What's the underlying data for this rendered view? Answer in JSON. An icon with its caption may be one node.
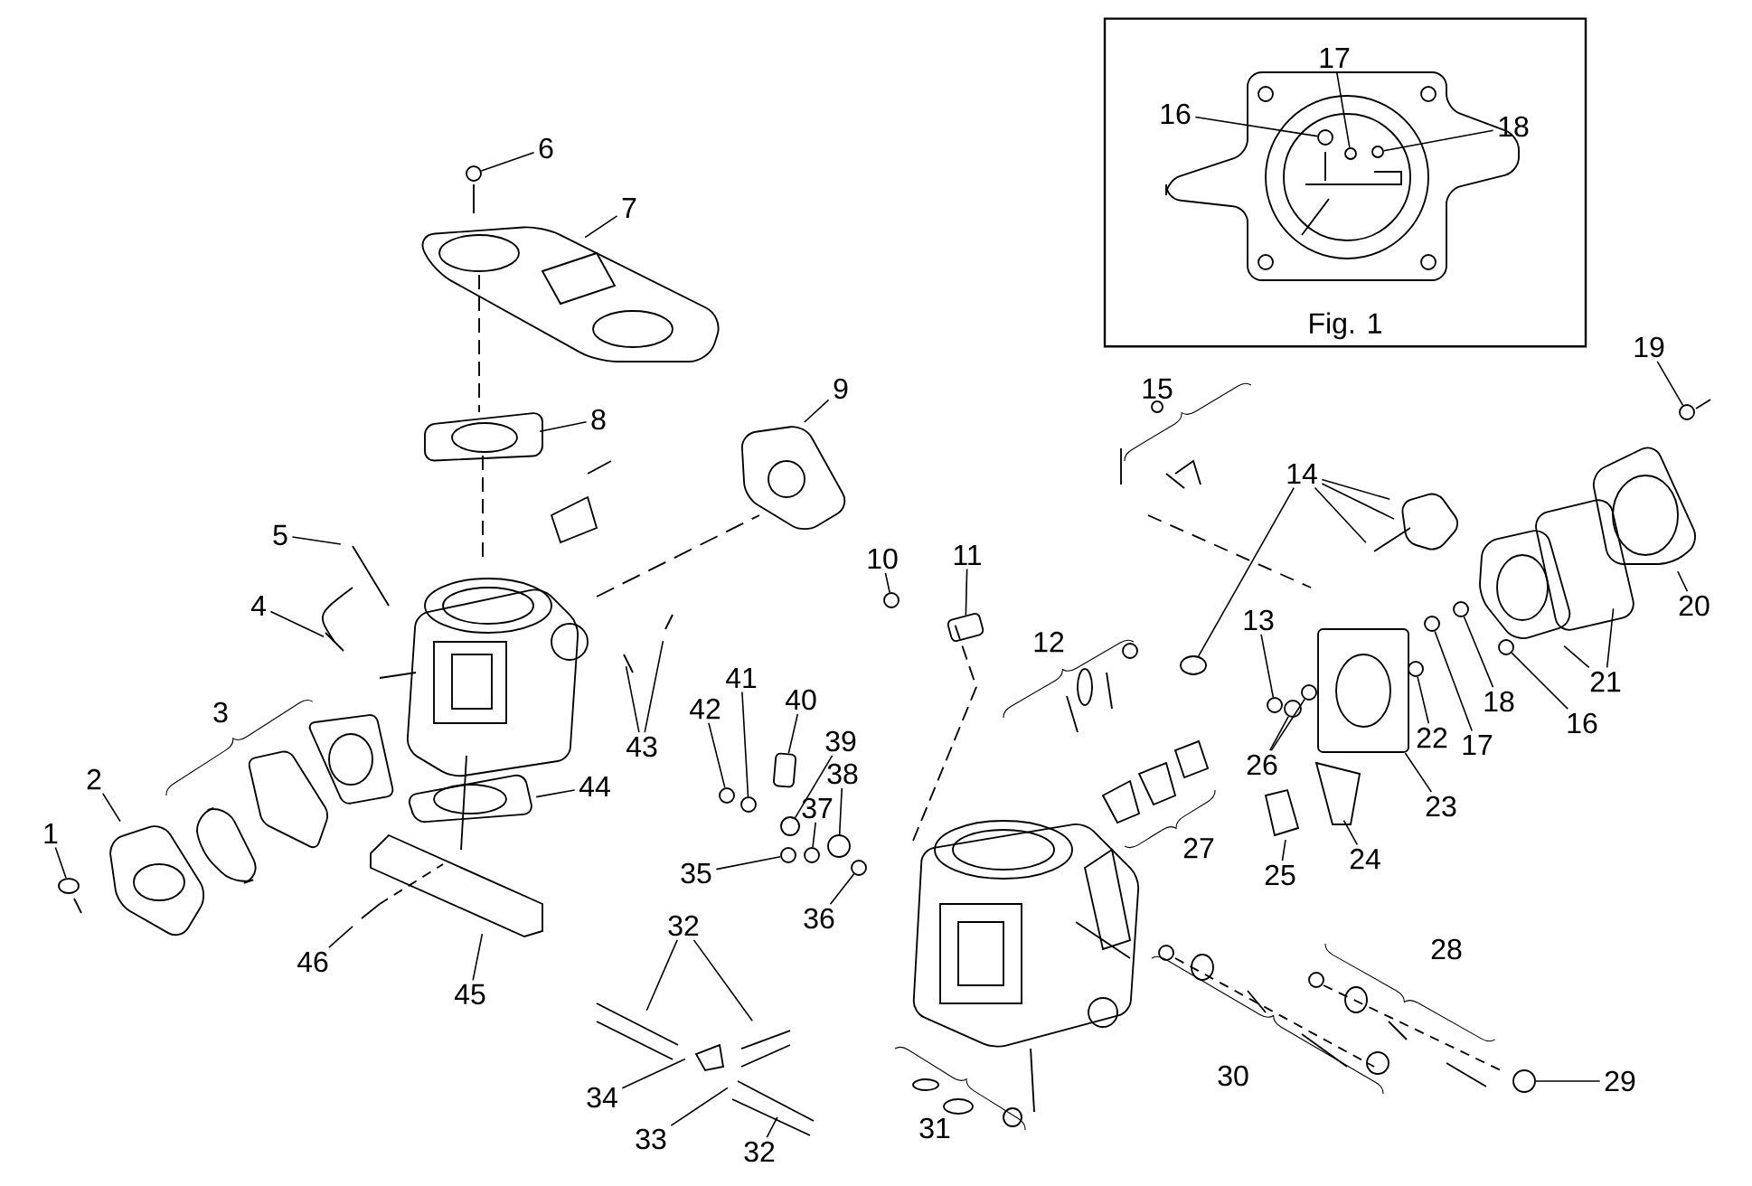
{
  "diagram": {
    "nodes": [
      {
        "text": [
          "Fig. 1"
        ]
      },
      {
        "text": [
          "16"
        ],
        "in": 0
      },
      {
        "text": [
          "17"
        ],
        "in": 0
      },
      {
        "text": [
          "18"
        ],
        "in": 0
      },
      {
        "text": [
          "1"
        ]
      },
      {
        "text": [
          "2"
        ]
      },
      {
        "text": [
          "3"
        ]
      },
      {
        "text": [
          "4"
        ]
      },
      {
        "text": [
          "5"
        ]
      },
      {
        "text": [
          "6"
        ]
      },
      {
        "text": [
          "7"
        ]
      },
      {
        "text": [
          "8"
        ]
      },
      {
        "text": [
          "9"
        ]
      },
      {
        "text": [
          "10"
        ]
      },
      {
        "text": [
          "11"
        ]
      },
      {
        "text": [
          "12"
        ]
      },
      {
        "text": [
          "13"
        ]
      },
      {
        "text": [
          "14"
        ]
      },
      {
        "text": [
          "15"
        ]
      },
      {
        "text": [
          "16"
        ]
      },
      {
        "text": [
          "17"
        ]
      },
      {
        "text": [
          "18"
        ]
      },
      {
        "text": [
          "19"
        ]
      },
      {
        "text": [
          "20"
        ]
      },
      {
        "text": [
          "21"
        ]
      },
      {
        "text": [
          "22"
        ]
      },
      {
        "text": [
          "23"
        ]
      },
      {
        "text": [
          "24"
        ]
      },
      {
        "text": [
          "25"
        ]
      },
      {
        "text": [
          "26"
        ]
      },
      {
        "text": [
          "27"
        ]
      },
      {
        "text": [
          "28"
        ]
      },
      {
        "text": [
          "29"
        ]
      },
      {
        "text": [
          "30"
        ]
      },
      {
        "text": [
          "31"
        ]
      },
      {
        "text": [
          "32"
        ]
      },
      {
        "text": [
          "33"
        ]
      },
      {
        "text": [
          "34"
        ]
      },
      {
        "text": [
          "35"
        ]
      },
      {
        "text": [
          "36"
        ]
      },
      {
        "text": [
          "37"
        ]
      },
      {
        "text": [
          "38"
        ]
      },
      {
        "text": [
          "39"
        ]
      },
      {
        "text": [
          "40"
        ]
      },
      {
        "text": [
          "41"
        ]
      },
      {
        "text": [
          "42"
        ]
      },
      {
        "text": [
          "43"
        ]
      },
      {
        "text": [
          "44"
        ]
      },
      {
        "text": [
          "45"
        ]
      },
      {
        "text": [
          "46"
        ]
      },
      {
        "text": [
          "32"
        ]
      },
      {
        "text": [],
        "shape": "circle",
        "in": 0
      },
      {
        "text": [],
        "shape": "circle",
        "in": 0
      },
      {
        "text": [],
        "shape": "circle",
        "in": 0
      },
      {
        "text": [],
        "shape": "circle"
      },
      {
        "text": [],
        "shape": "circle"
      },
      {
        "text": [],
        "shape": "circle"
      },
      {
        "text": [],
        "shape": "circle"
      },
      {
        "text": [],
        "shape": "circle"
      },
      {
        "text": [],
        "shape": "circle"
      },
      {
        "text": [],
        "shape": "circle"
      },
      {
        "text": [],
        "shape": "circle"
      },
      {
        "text": [],
        "shape": "circle"
      },
      {
        "text": [],
        "shape": "circle"
      },
      {
        "text": [],
        "shape": "circle"
      },
      {
        "text": [],
        "shape": "circle"
      },
      {
        "text": [],
        "shape": "circle"
      },
      {
        "text": [],
        "shape": "circle"
      },
      {
        "text": [],
        "shape": "circle"
      },
      {
        "text": [],
        "shape": "circle"
      },
      {
        "text": [],
        "shape": "circle"
      },
      {
        "text": [],
        "shape": "circle"
      },
      {
        "text": [],
        "shape": "circle"
      },
      {
        "text": [],
        "shape": "circle"
      },
      {
        "text": [],
        "shape": "box"
      },
      {
        "text": [],
        "shape": "box"
      },
      {
        "text": [],
        "shape": "box"
      }
    ],
    "edges": [
      {
        "from": 1,
        "to": 51,
        "arrow": "none"
      },
      {
        "from": 2,
        "to": 52,
        "arrow": "none"
      },
      {
        "from": 3,
        "to": 53,
        "arrow": "none"
      },
      {
        "from": 4,
        "to": 54,
        "arrow": "none"
      },
      {
        "from": 5,
        "to": null,
        "arrow": "none"
      },
      {
        "from": 7,
        "to": null,
        "arrow": "none"
      },
      {
        "from": 8,
        "to": null,
        "arrow": "none"
      },
      {
        "from": 9,
        "to": 55,
        "arrow": "none"
      },
      {
        "from": 10,
        "to": null,
        "arrow": "none"
      },
      {
        "from": 11,
        "to": null,
        "arrow": "none"
      },
      {
        "from": 12,
        "to": null,
        "arrow": "none"
      },
      {
        "from": 13,
        "to": 56,
        "arrow": "none"
      },
      {
        "from": 14,
        "to": 74,
        "arrow": "none"
      },
      {
        "from": 16,
        "to": 57,
        "arrow": "none"
      },
      {
        "from": 17,
        "to": null,
        "arrow": "none"
      },
      {
        "from": 17,
        "to": null,
        "arrow": "none"
      },
      {
        "from": 17,
        "to": null,
        "arrow": "none"
      },
      {
        "from": 17,
        "to": 58,
        "arrow": "none"
      },
      {
        "from": 19,
        "to": 59,
        "arrow": "none"
      },
      {
        "from": 20,
        "to": 60,
        "arrow": "none"
      },
      {
        "from": 21,
        "to": 61,
        "arrow": "none"
      },
      {
        "from": 22,
        "to": 62,
        "arrow": "none"
      },
      {
        "from": 23,
        "to": null,
        "arrow": "none"
      },
      {
        "from": 24,
        "to": null,
        "arrow": "none"
      },
      {
        "from": 24,
        "to": null,
        "arrow": "none"
      },
      {
        "from": 25,
        "to": 63,
        "arrow": "none"
      },
      {
        "from": 26,
        "to": 75,
        "arrow": "none"
      },
      {
        "from": 27,
        "to": null,
        "arrow": "none"
      },
      {
        "from": 28,
        "to": null,
        "arrow": "none"
      },
      {
        "from": 29,
        "to": 64,
        "arrow": "none"
      },
      {
        "from": 29,
        "to": 65,
        "arrow": "none"
      },
      {
        "from": 32,
        "to": 66,
        "arrow": "none"
      },
      {
        "from": 35,
        "to": null,
        "arrow": "none"
      },
      {
        "from": 35,
        "to": null,
        "arrow": "none"
      },
      {
        "from": 36,
        "to": null,
        "arrow": "none"
      },
      {
        "from": 37,
        "to": null,
        "arrow": "none"
      },
      {
        "from": 38,
        "to": 67,
        "arrow": "none"
      },
      {
        "from": 39,
        "to": 68,
        "arrow": "none"
      },
      {
        "from": 40,
        "to": 69,
        "arrow": "none"
      },
      {
        "from": 41,
        "to": 70,
        "arrow": "none"
      },
      {
        "from": 42,
        "to": 71,
        "arrow": "none"
      },
      {
        "from": 43,
        "to": 76,
        "arrow": "none"
      },
      {
        "from": 44,
        "to": 72,
        "arrow": "none"
      },
      {
        "from": 45,
        "to": 73,
        "arrow": "none"
      },
      {
        "from": 46,
        "to": null,
        "arrow": "none"
      },
      {
        "from": 46,
        "to": null,
        "arrow": "none"
      },
      {
        "from": 47,
        "to": null,
        "arrow": "none"
      },
      {
        "from": 48,
        "to": null,
        "arrow": "none"
      },
      {
        "from": 49,
        "to": null,
        "arrow": "none"
      },
      {
        "from": 50,
        "to": null,
        "arrow": "none"
      }
    ]
  }
}
